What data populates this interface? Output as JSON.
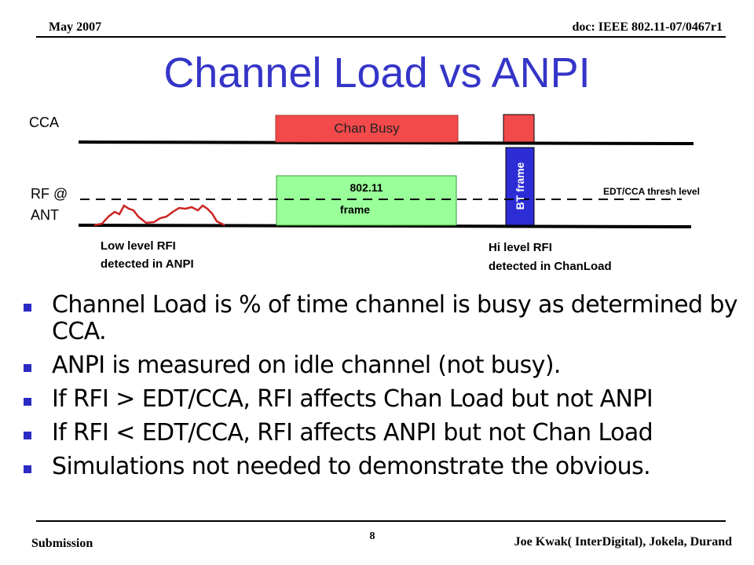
{
  "header": {
    "date": "May 2007",
    "doc_id": "doc: IEEE 802.11-07/0467r1"
  },
  "title": "Channel Load vs ANPI",
  "diagram": {
    "cca_label": "CCA",
    "rf_label_line1": "RF @",
    "rf_label_line2": "ANT",
    "chan_busy": "Chan Busy",
    "frame_line1": "802.11",
    "frame_line2": "frame",
    "bt_frame": "BT frame",
    "thresh_label": "EDT/CCA thresh level",
    "low_rfi_line1": "Low level RFI",
    "low_rfi_line2": "detected in ANPI",
    "hi_rfi_line1": "Hi level RFI",
    "hi_rfi_line2": "detected in ChanLoad",
    "colors": {
      "busy": "#f24a4a",
      "frame": "#99ff99",
      "bt": "#2d2dd6",
      "rfi": "#cc2222"
    }
  },
  "bullets": [
    "Channel Load is % of time channel is busy as determined by CCA.",
    "ANPI is measured on idle channel (not busy).",
    "If RFI > EDT/CCA, RFI affects Chan Load but not ANPI",
    "If RFI < EDT/CCA, RFI affects ANPI but not Chan Load",
    "Simulations not needed to demonstrate the obvious."
  ],
  "footer": {
    "submission": "Submission",
    "page": "8",
    "authors": "Joe Kwak( InterDigital), Jokela, Durand"
  }
}
